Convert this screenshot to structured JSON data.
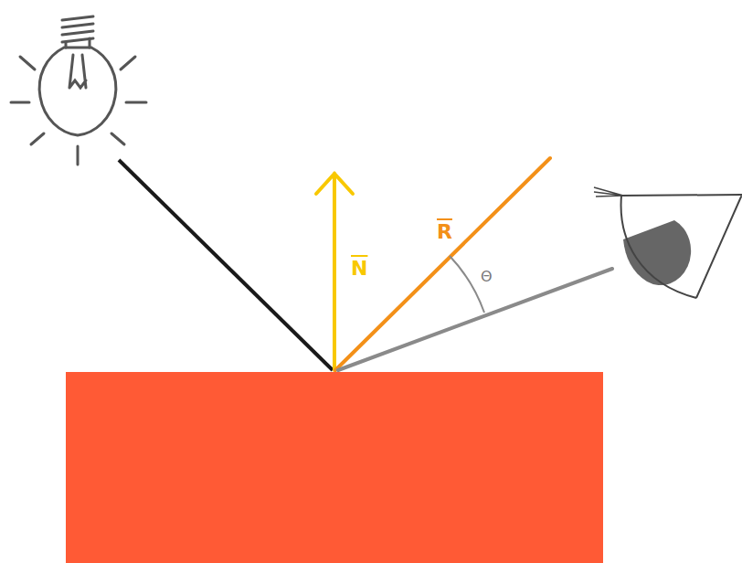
{
  "diagram": {
    "labels": [
      "N",
      "R",
      "Θ"
    ]
  }
}
